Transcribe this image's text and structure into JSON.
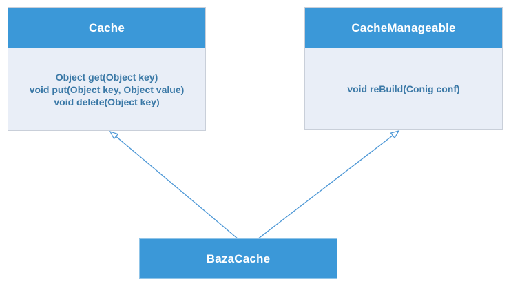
{
  "diagram": {
    "type": "uml-class-diagram",
    "colors": {
      "node_header_fill": "#3b98d8",
      "node_body_fill": "#e9eef7",
      "node_border": "#c9cfd9",
      "header_text": "#ffffff",
      "method_text": "#3a78a6",
      "edge_line": "#4c97d6",
      "background": "#ffffff"
    },
    "nodes": [
      {
        "id": "cache",
        "title": "Cache",
        "methods": [
          "Object get(Object key)",
          "void put(Object key, Object value)",
          "void delete(Object key)"
        ]
      },
      {
        "id": "cache-manageable",
        "title": "CacheManageable",
        "methods": [
          "void reBuild(Conig conf)"
        ]
      },
      {
        "id": "baza-cache",
        "title": "BazaCache",
        "methods": []
      }
    ],
    "edges": [
      {
        "from": "BazaCache",
        "to": "Cache",
        "style": "open-arrowhead"
      },
      {
        "from": "BazaCache",
        "to": "CacheManageable",
        "style": "open-arrowhead"
      }
    ]
  }
}
